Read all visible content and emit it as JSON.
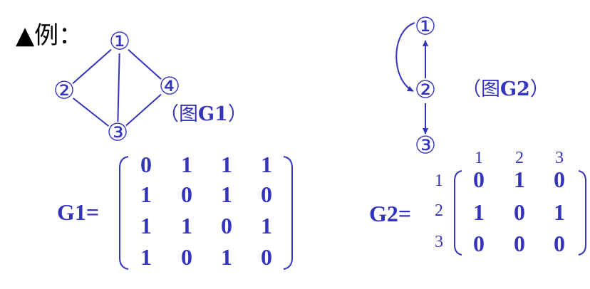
{
  "heading": "▲例：",
  "colors": {
    "ink": "#3333bb",
    "heading": "#000000"
  },
  "g1": {
    "caption_open": "（图",
    "caption_name": "G1",
    "caption_close": "）",
    "nodes": [
      "①",
      "②",
      "③",
      "④"
    ],
    "edges": [
      [
        "1",
        "2"
      ],
      [
        "1",
        "3"
      ],
      [
        "1",
        "4"
      ],
      [
        "2",
        "3"
      ],
      [
        "3",
        "4"
      ]
    ],
    "matrix_label": "G1=",
    "matrix": [
      [
        "0",
        "1",
        "1",
        "1"
      ],
      [
        "1",
        "0",
        "1",
        "0"
      ],
      [
        "1",
        "1",
        "0",
        "1"
      ],
      [
        "1",
        "0",
        "1",
        "0"
      ]
    ]
  },
  "g2": {
    "caption_open": "（图",
    "caption_name": "G2",
    "caption_close": "）",
    "nodes": [
      "①",
      "②",
      "③"
    ],
    "arcs": [
      [
        "2",
        "1"
      ],
      [
        "1",
        "2"
      ],
      [
        "2",
        "3"
      ]
    ],
    "matrix_label": "G2=",
    "col_headers": [
      "1",
      "2",
      "3"
    ],
    "row_headers": [
      "1",
      "2",
      "3"
    ],
    "matrix": [
      [
        "0",
        "1",
        "0"
      ],
      [
        "1",
        "0",
        "1"
      ],
      [
        "0",
        "0",
        "0"
      ]
    ]
  }
}
